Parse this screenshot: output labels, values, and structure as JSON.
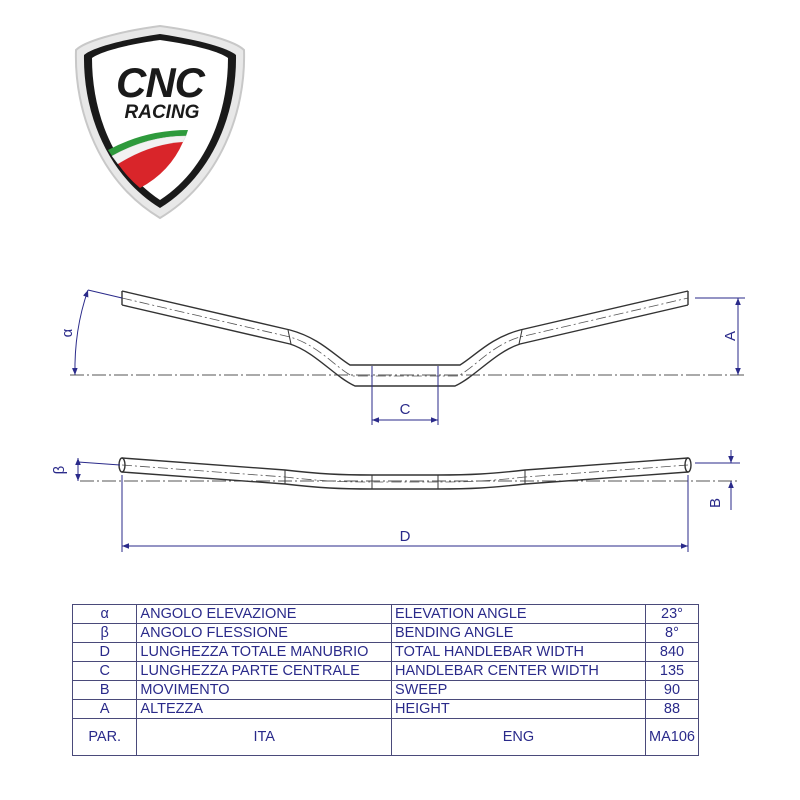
{
  "logo": {
    "line1": "CNC",
    "line2": "RACING"
  },
  "drawing": {
    "label_alpha": "α",
    "label_A": "A",
    "label_C": "C",
    "label_beta": "β",
    "label_B": "B",
    "label_D": "D"
  },
  "table": {
    "rows": [
      {
        "par": "α",
        "ita": "ANGOLO ELEVAZIONE",
        "eng": "ELEVATION ANGLE",
        "value": "23°"
      },
      {
        "par": "β",
        "ita": "ANGOLO FLESSIONE",
        "eng": "BENDING ANGLE",
        "value": "8°"
      },
      {
        "par": "D",
        "ita": "LUNGHEZZA TOTALE MANUBRIO",
        "eng": "TOTAL HANDLEBAR WIDTH",
        "value": "840"
      },
      {
        "par": "C",
        "ita": "LUNGHEZZA PARTE CENTRALE",
        "eng": "HANDLEBAR CENTER WIDTH",
        "value": "135"
      },
      {
        "par": "B",
        "ita": "MOVIMENTO",
        "eng": "SWEEP",
        "value": "90"
      },
      {
        "par": "A",
        "ita": "ALTEZZA",
        "eng": "HEIGHT",
        "value": "88"
      }
    ],
    "header": {
      "par": "PAR.",
      "ita": "ITA",
      "eng": "ENG",
      "model": "MA106"
    }
  },
  "colors": {
    "dimension_blue": "#2a2a8a",
    "outline": "#333333",
    "logo_black": "#1a1a1a",
    "flag_green": "#2e9a3c",
    "flag_red": "#d9252a"
  }
}
